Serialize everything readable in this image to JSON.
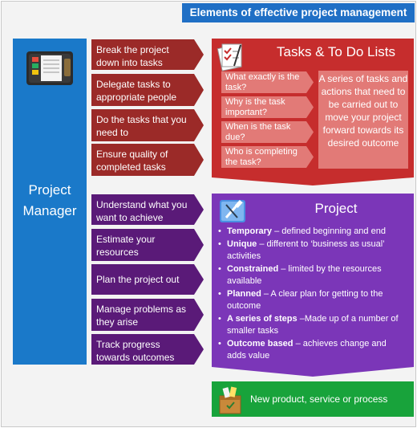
{
  "header": {
    "title": "Elements of effective project management"
  },
  "manager": {
    "label": "Project Manager",
    "icon": "organizer-icon"
  },
  "task_steps": [
    "Break the project down into tasks",
    "Delegate tasks to appropriate people",
    "Do the tasks that you need to",
    "Ensure quality of completed tasks"
  ],
  "project_steps": [
    "Understand what you want to achieve",
    "Estimate your resources",
    "Plan the project out",
    "Manage problems as they arise",
    "Track progress towards outcomes"
  ],
  "tasks": {
    "title": "Tasks & To Do Lists",
    "icon": "checklist-icon",
    "questions": [
      "What exactly is the task?",
      "Why is the task important?",
      "When is the task due?",
      "Who is completing the task?"
    ],
    "description": "A series of tasks and actions that need to be carried out to move your project forward towards its desired outcome"
  },
  "project": {
    "title": "Project",
    "icon": "tools-icon",
    "items": [
      {
        "term": "Temporary",
        "desc": " – defined beginning and end"
      },
      {
        "term": "Unique",
        "desc": " – different to ‘business as usual’ activities"
      },
      {
        "term": "Constrained",
        "desc": " – limited by the resources available"
      },
      {
        "term": "Planned",
        "desc": " – A clear plan for getting to the outcome"
      },
      {
        "term": "A series of steps",
        "desc": " –Made up of a number of smaller tasks"
      },
      {
        "term": "Outcome based",
        "desc": " – achieves change and adds value"
      }
    ]
  },
  "outcome": {
    "text": "New product, service or process",
    "icon": "product-box-icon"
  },
  "colors": {
    "header": "#1f6fc5",
    "manager": "#1a79c9",
    "task_arrow": "#9b2a28",
    "project_arrow": "#5a1a78",
    "tasks_box": "#c62d2d",
    "tasks_inner": "#e27a77",
    "project_box": "#7b36b8",
    "outcome_box": "#18a33b"
  }
}
